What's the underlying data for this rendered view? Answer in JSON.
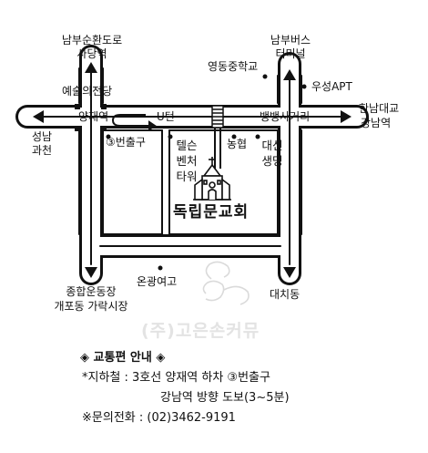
{
  "labels": {
    "sadang": "남부순환도로",
    "sadang2": "사당역",
    "art_center": "예술의전당",
    "yeongdong_hs": "영동중학교",
    "nambu_bus": "남부버스",
    "nambu_bus2": "터미널",
    "wooseong": "우성APT",
    "hannam": "한남대교",
    "gangnam_stn": "강남역",
    "yangjae_stn": "양재역",
    "uturn": "U턴",
    "gangsa": "뱅뱅사거리",
    "seongnam": "성남",
    "gwacheon": "과천",
    "exit3": "③번출구",
    "telson": "텔슨벤처타워",
    "nonghyup": "농협",
    "daesin": "대신생명",
    "church": "독립문교회",
    "ongwang": "온광여고",
    "jonghap": "종합운동장",
    "gaepo": "개포동 가락시장",
    "daechi": "대치동"
  },
  "watermark": "(주)고은손커뮤",
  "info": {
    "title": "◈ 교통편 안내 ◈",
    "subway": "*지하철 : 3호선 양재역 하차 ③번출구",
    "subway2": "강남역 방향 도보(3~5분)",
    "phone": "※문의전화 : (02)3462-9191"
  },
  "colors": {
    "road": "#111111",
    "fill": "#ffffff",
    "watermark": "#e3e3e3"
  },
  "icons": [
    "church-icon",
    "subway-station-icon",
    "arrow-icon"
  ]
}
